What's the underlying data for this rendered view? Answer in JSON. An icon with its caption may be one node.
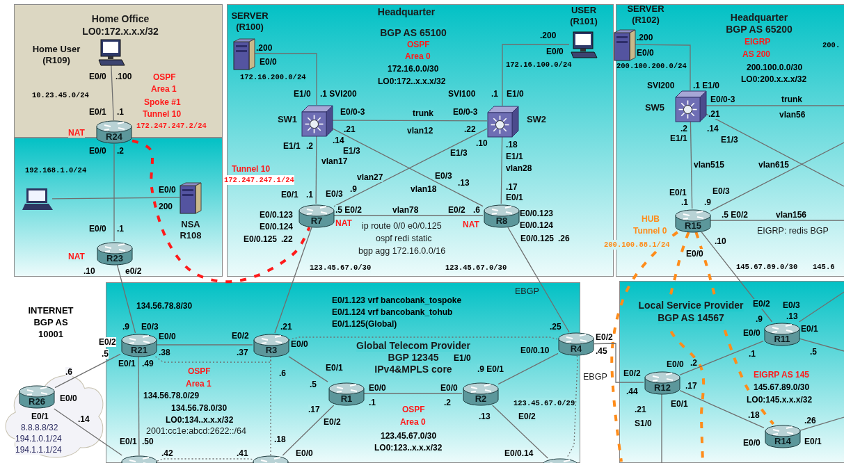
{
  "diagram": {
    "nodes": [
      {
        "text": [
          "Home Office",
          "LO0:172.x.x.x/32"
        ]
      },
      {
        "text": [],
        "shape": "box"
      },
      {
        "text": [
          "Headquarter",
          "BGP AS 65100"
        ]
      },
      {
        "text": [
          "Headquarter",
          "BGP AS 65200"
        ]
      },
      {
        "text": [
          "Global Telecom Provider",
          "BGP 12345",
          "IPv4&MPLS core"
        ]
      },
      {
        "text": [
          "Local Service Provider",
          "BGP AS 14567"
        ]
      },
      {
        "text": [
          "Home User (R109)"
        ],
        "in": 0
      },
      {
        "text": [
          "R24"
        ]
      },
      {
        "text": [],
        "shape": "laptop",
        "in": 1
      },
      {
        "text": [
          "NSA R108"
        ],
        "in": 1
      },
      {
        "text": [
          "R23"
        ],
        "in": 1
      },
      {
        "text": [
          "SERVER (R100)"
        ],
        "in": 2
      },
      {
        "text": [
          "USER (R101)"
        ],
        "in": 2
      },
      {
        "text": [
          "SW1"
        ],
        "in": 2
      },
      {
        "text": [
          "SW2"
        ],
        "in": 2
      },
      {
        "text": [
          "R7"
        ],
        "in": 2
      },
      {
        "text": [
          "R8"
        ],
        "in": 2
      },
      {
        "text": [
          "SERVER (R102)"
        ],
        "in": 3
      },
      {
        "text": [
          "SW5"
        ],
        "in": 3
      },
      {
        "text": [
          "R15"
        ],
        "in": 3
      },
      {
        "text": [
          "R21"
        ],
        "in": 4
      },
      {
        "text": [
          "R3"
        ],
        "in": 4
      },
      {
        "text": [
          "R1"
        ],
        "in": 4
      },
      {
        "text": [
          "R2"
        ],
        "in": 4
      },
      {
        "text": [
          "R4"
        ]
      },
      {
        "text": [],
        "shape": "cloud"
      },
      {
        "text": [
          "R26"
        ],
        "in": 25
      },
      {
        "text": [
          "R11"
        ],
        "in": 5
      },
      {
        "text": [
          "R12"
        ],
        "in": 5
      },
      {
        "text": [
          "R14"
        ],
        "in": 5
      },
      {
        "text": [],
        "shape": "cylinder"
      },
      {
        "text": [],
        "shape": "cylinder"
      },
      {
        "text": [],
        "shape": "cylinder"
      }
    ],
    "edges": [
      {
        "from": 6,
        "to": 7,
        "arrow": "none"
      },
      {
        "from": 7,
        "to": 10,
        "arrow": "none"
      },
      {
        "from": 8,
        "to": 9,
        "arrow": "none"
      },
      {
        "from": 10,
        "to": 20,
        "arrow": "none"
      },
      {
        "from": 7,
        "to": 15,
        "arrow": "none",
        "style": "dashed",
        "color": "#ff1a1a"
      },
      {
        "from": 11,
        "to": 13,
        "arrow": "none"
      },
      {
        "from": 12,
        "to": 14,
        "arrow": "none"
      },
      {
        "from": 13,
        "to": 14,
        "arrow": "none"
      },
      {
        "from": 13,
        "to": 15,
        "arrow": "none"
      },
      {
        "from": 13,
        "to": 16,
        "arrow": "none"
      },
      {
        "from": 14,
        "to": 15,
        "arrow": "none"
      },
      {
        "from": 14,
        "to": 16,
        "arrow": "none"
      },
      {
        "from": 15,
        "to": 16,
        "arrow": "none"
      },
      {
        "from": 15,
        "to": 21,
        "arrow": "none"
      },
      {
        "from": 16,
        "to": 24,
        "arrow": "none"
      },
      {
        "from": 17,
        "to": 18,
        "arrow": "none"
      },
      {
        "from": 18,
        "to": 19,
        "arrow": "none"
      },
      {
        "from": 18,
        "to": null,
        "arrow": "none"
      },
      {
        "from": 18,
        "to": null,
        "arrow": "none"
      },
      {
        "from": 19,
        "to": null,
        "arrow": "none"
      },
      {
        "from": 19,
        "to": null,
        "arrow": "none"
      },
      {
        "from": 19,
        "to": 27,
        "arrow": "none"
      },
      {
        "from": 19,
        "to": 5,
        "arrow": "none",
        "style": "dashed",
        "color": "#ff8c1a"
      },
      {
        "from": 19,
        "to": 5,
        "arrow": "none",
        "style": "dashed",
        "color": "#ff8c1a"
      },
      {
        "from": 19,
        "to": 29,
        "arrow": "none",
        "style": "dashed",
        "color": "#ff8c1a"
      },
      {
        "from": 20,
        "to": 21,
        "arrow": "none"
      },
      {
        "from": 20,
        "to": 26,
        "arrow": "none"
      },
      {
        "from": 26,
        "to": 30,
        "arrow": "none"
      },
      {
        "from": 20,
        "to": 30,
        "arrow": "none"
      },
      {
        "from": 21,
        "to": 22,
        "arrow": "none"
      },
      {
        "from": 22,
        "to": 31,
        "arrow": "none"
      },
      {
        "from": 22,
        "to": 23,
        "arrow": "none"
      },
      {
        "from": 23,
        "to": 24,
        "arrow": "none"
      },
      {
        "from": 23,
        "to": 32,
        "arrow": "none"
      },
      {
        "from": 24,
        "to": 28,
        "arrow": "none"
      },
      {
        "from": 27,
        "to": 28,
        "arrow": "none"
      },
      {
        "from": 28,
        "to": 29,
        "arrow": "none"
      },
      {
        "from": 27,
        "to": null,
        "arrow": "none"
      },
      {
        "from": 27,
        "to": null,
        "arrow": "none"
      },
      {
        "from": 29,
        "to": null,
        "arrow": "none"
      },
      {
        "from": 28,
        "to": null,
        "arrow": "none"
      },
      {
        "from": 21,
        "to": 24,
        "arrow": "none",
        "style": "dashed"
      },
      {
        "from": 20,
        "to": 21,
        "arrow": "none",
        "style": "dashed"
      },
      {
        "from": 21,
        "to": 31,
        "arrow": "none",
        "style": "dashed"
      },
      {
        "from": 24,
        "to": 32,
        "arrow": "none",
        "style": "dashed"
      },
      {
        "from": 30,
        "to": 31,
        "arrow": "none",
        "style": "dashed"
      }
    ],
    "labels": [
      "10.23.45.0/24",
      "E0/0",
      ".100",
      "E0/1",
      ".1",
      "OSPF",
      "Area 1",
      "Spoke #1",
      "Tunnel 10",
      "172.247.247.2/24",
      "NAT",
      "E0/0",
      ".2",
      "192.168.1.0/24",
      "E0/0",
      "200",
      "E0/0",
      ".1",
      "NAT",
      ".10",
      "e0/2",
      ".200",
      "E0/0",
      "172.16.200.0/24",
      "OSPF",
      "Area 0",
      "172.16.0.0/30",
      "LO0:172..x.x.x/32",
      ".200",
      "E0/0",
      "172.16.100.0/24",
      "E1/0",
      ".1 SVI200",
      "E0/0-3",
      "trunk",
      ".21",
      "vlan12",
      "SVI100",
      ".1",
      "E1/0",
      "E0/0-3",
      ".22",
      ".14",
      "E1/1",
      ".2",
      "E1/3",
      "Tunnel 10",
      "vlan17",
      ".10",
      "E1/3",
      ".18",
      "E1/1",
      "vlan28",
      "172.247.247.1/24",
      "vlan27",
      "vlan18",
      "E0/1",
      ".1",
      "E0/3",
      ".9",
      "E0/3",
      ".13",
      ".17",
      "E0/1",
      ".5 E0/2",
      "vlan78",
      "E0/2",
      ".6",
      "E0/0.123",
      "E0/0.124",
      "E0/0.125",
      ".22",
      "NAT",
      "ip route 0/0 e0/0.125",
      "ospf redi static",
      "bgp agg 172.16.0.0/16",
      "NAT",
      "E0/0.123",
      "E0/0.124",
      "E0/0.125",
      ".26",
      "123.45.67.0/30",
      "123.45.67.0/30",
      ".200",
      "E0/0",
      "EIGRP",
      "AS 200",
      "200.",
      "200.100.200.0/24",
      "200.100.0.0/30",
      "LO0:200.x.x.x/32",
      "SVI200",
      ".1 E1/0",
      "E0/0-3",
      "trunk",
      ".21",
      "vlan56",
      ".2",
      "E1/1",
      ".14",
      "E1/3",
      "vlan515",
      "vlan615",
      "E0/1",
      ".1",
      ".9",
      "E0/3",
      "HUB",
      "Tunnel 0",
      "200.100.88.1/24",
      ".5 E0/2",
      "vlan156",
      "EIGRP: redis BGP",
      ".10",
      "E0/0",
      "145.67.89.0/30",
      "145.6",
      "INTERNET BGP AS 10001",
      "134.56.78.8/30",
      ".9",
      "E0/3",
      "E0/2",
      ".5",
      "E0/0",
      ".38",
      "E0/1",
      ".49",
      "E0/2",
      ".21",
      ".37",
      "E0/0",
      "OSPF",
      ".6",
      "Area 1",
      "134.56.78.0/29",
      "134.56.78.0/30",
      "LO0:134..x.x.x/32",
      "2001:cc1e:abcd:2622::/64",
      "E0/1",
      ".50",
      ".42",
      ".41",
      ".18",
      "E0/0",
      "E0/1",
      ".5",
      "E0/0",
      ".1",
      ".17",
      "E0/2",
      "E1/0",
      ".9 E0/1",
      "E0/0",
      ".2",
      ".13",
      "E0/2",
      "E0/0.14",
      "OSPF",
      "Area 0",
      "123.45.67.0/30",
      "LO0:123..x.x.x/32",
      "E0/1.123 vrf bancobank_tospoke",
      "E0/1.124 vrf bancobank_tohub",
      "E0/1.125(Global)",
      ".25",
      "E0/2",
      "E0/0.10",
      ".45",
      "EBGP",
      "EBGP",
      "123.45.67.0/29",
      ".6",
      "E0/0",
      "E0/1",
      ".14",
      "8.8.8.8/32",
      "194.1.0.1/24",
      "194.1.1.1/24",
      "E0/2",
      "E0/3",
      ".9",
      ".13",
      "E0/0",
      "E0/1",
      ".1",
      ".5",
      "E0/0",
      ".2",
      "E0/2",
      ".44",
      ".17",
      "E0/1",
      ".21",
      "S1/0",
      "EIGRP AS 145",
      "145.67.89.0/30",
      "LO0:145.x.x.x/32",
      ".18",
      "E0/0",
      ".26",
      "E0/1"
    ]
  }
}
